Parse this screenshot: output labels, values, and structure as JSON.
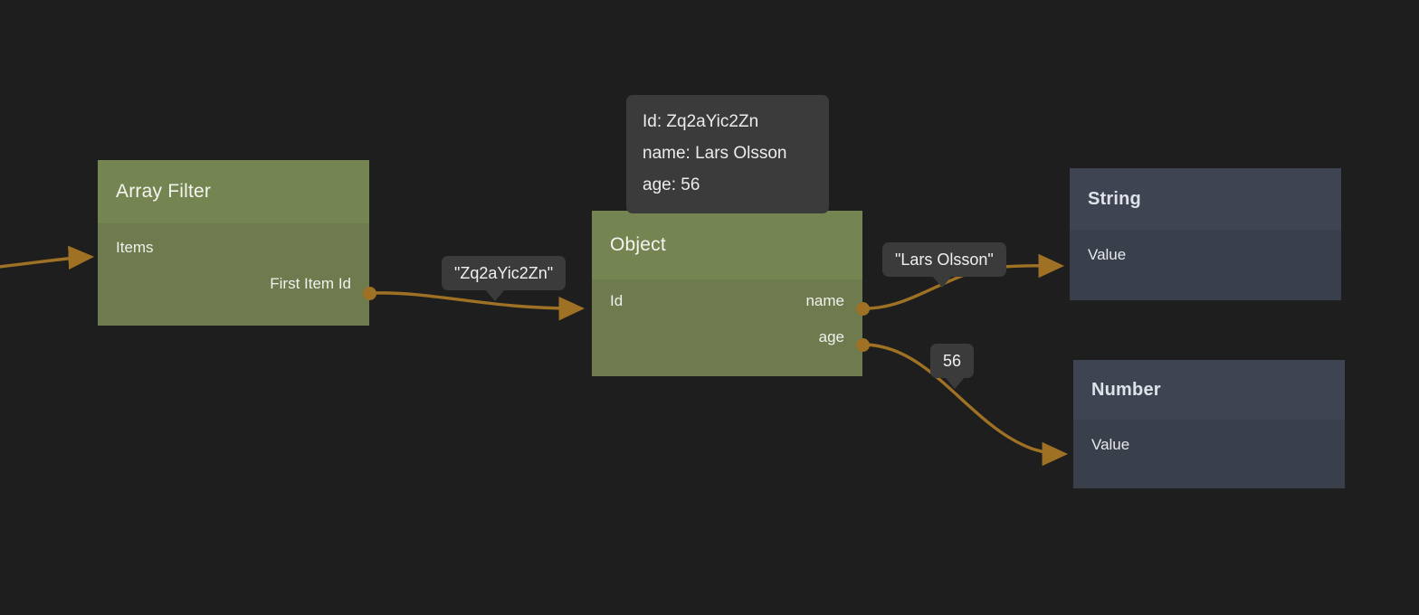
{
  "canvas": {
    "background": "#1e1e1e",
    "accent_edge_color": "#9e7124",
    "node_green_header": "#758551",
    "node_green_body": "#6d7b4e",
    "node_blue_header": "#3e4452",
    "node_blue_body": "#393f4b",
    "badge_background": "#3b3b3b"
  },
  "nodes": {
    "array_filter": {
      "title": "Array Filter",
      "inputs": [
        {
          "label": "Items"
        }
      ],
      "outputs": [
        {
          "label": "First Item Id"
        }
      ]
    },
    "object": {
      "title": "Object",
      "inputs": [
        {
          "label": "Id"
        }
      ],
      "outputs": [
        {
          "label": "name"
        },
        {
          "label": "age"
        }
      ]
    },
    "string": {
      "title": "String",
      "inputs": [
        {
          "label": "Value"
        }
      ],
      "outputs": []
    },
    "number": {
      "title": "Number",
      "inputs": [
        {
          "label": "Value"
        }
      ],
      "outputs": []
    }
  },
  "tooltip": {
    "lines": [
      "Id: Zq2aYic2Zn",
      "name: Lars Olsson",
      "age: 56"
    ]
  },
  "edge_labels": {
    "first_item_id": "\"Zq2aYic2Zn\"",
    "name_value": "\"Lars Olsson\"",
    "age_value": "56"
  }
}
